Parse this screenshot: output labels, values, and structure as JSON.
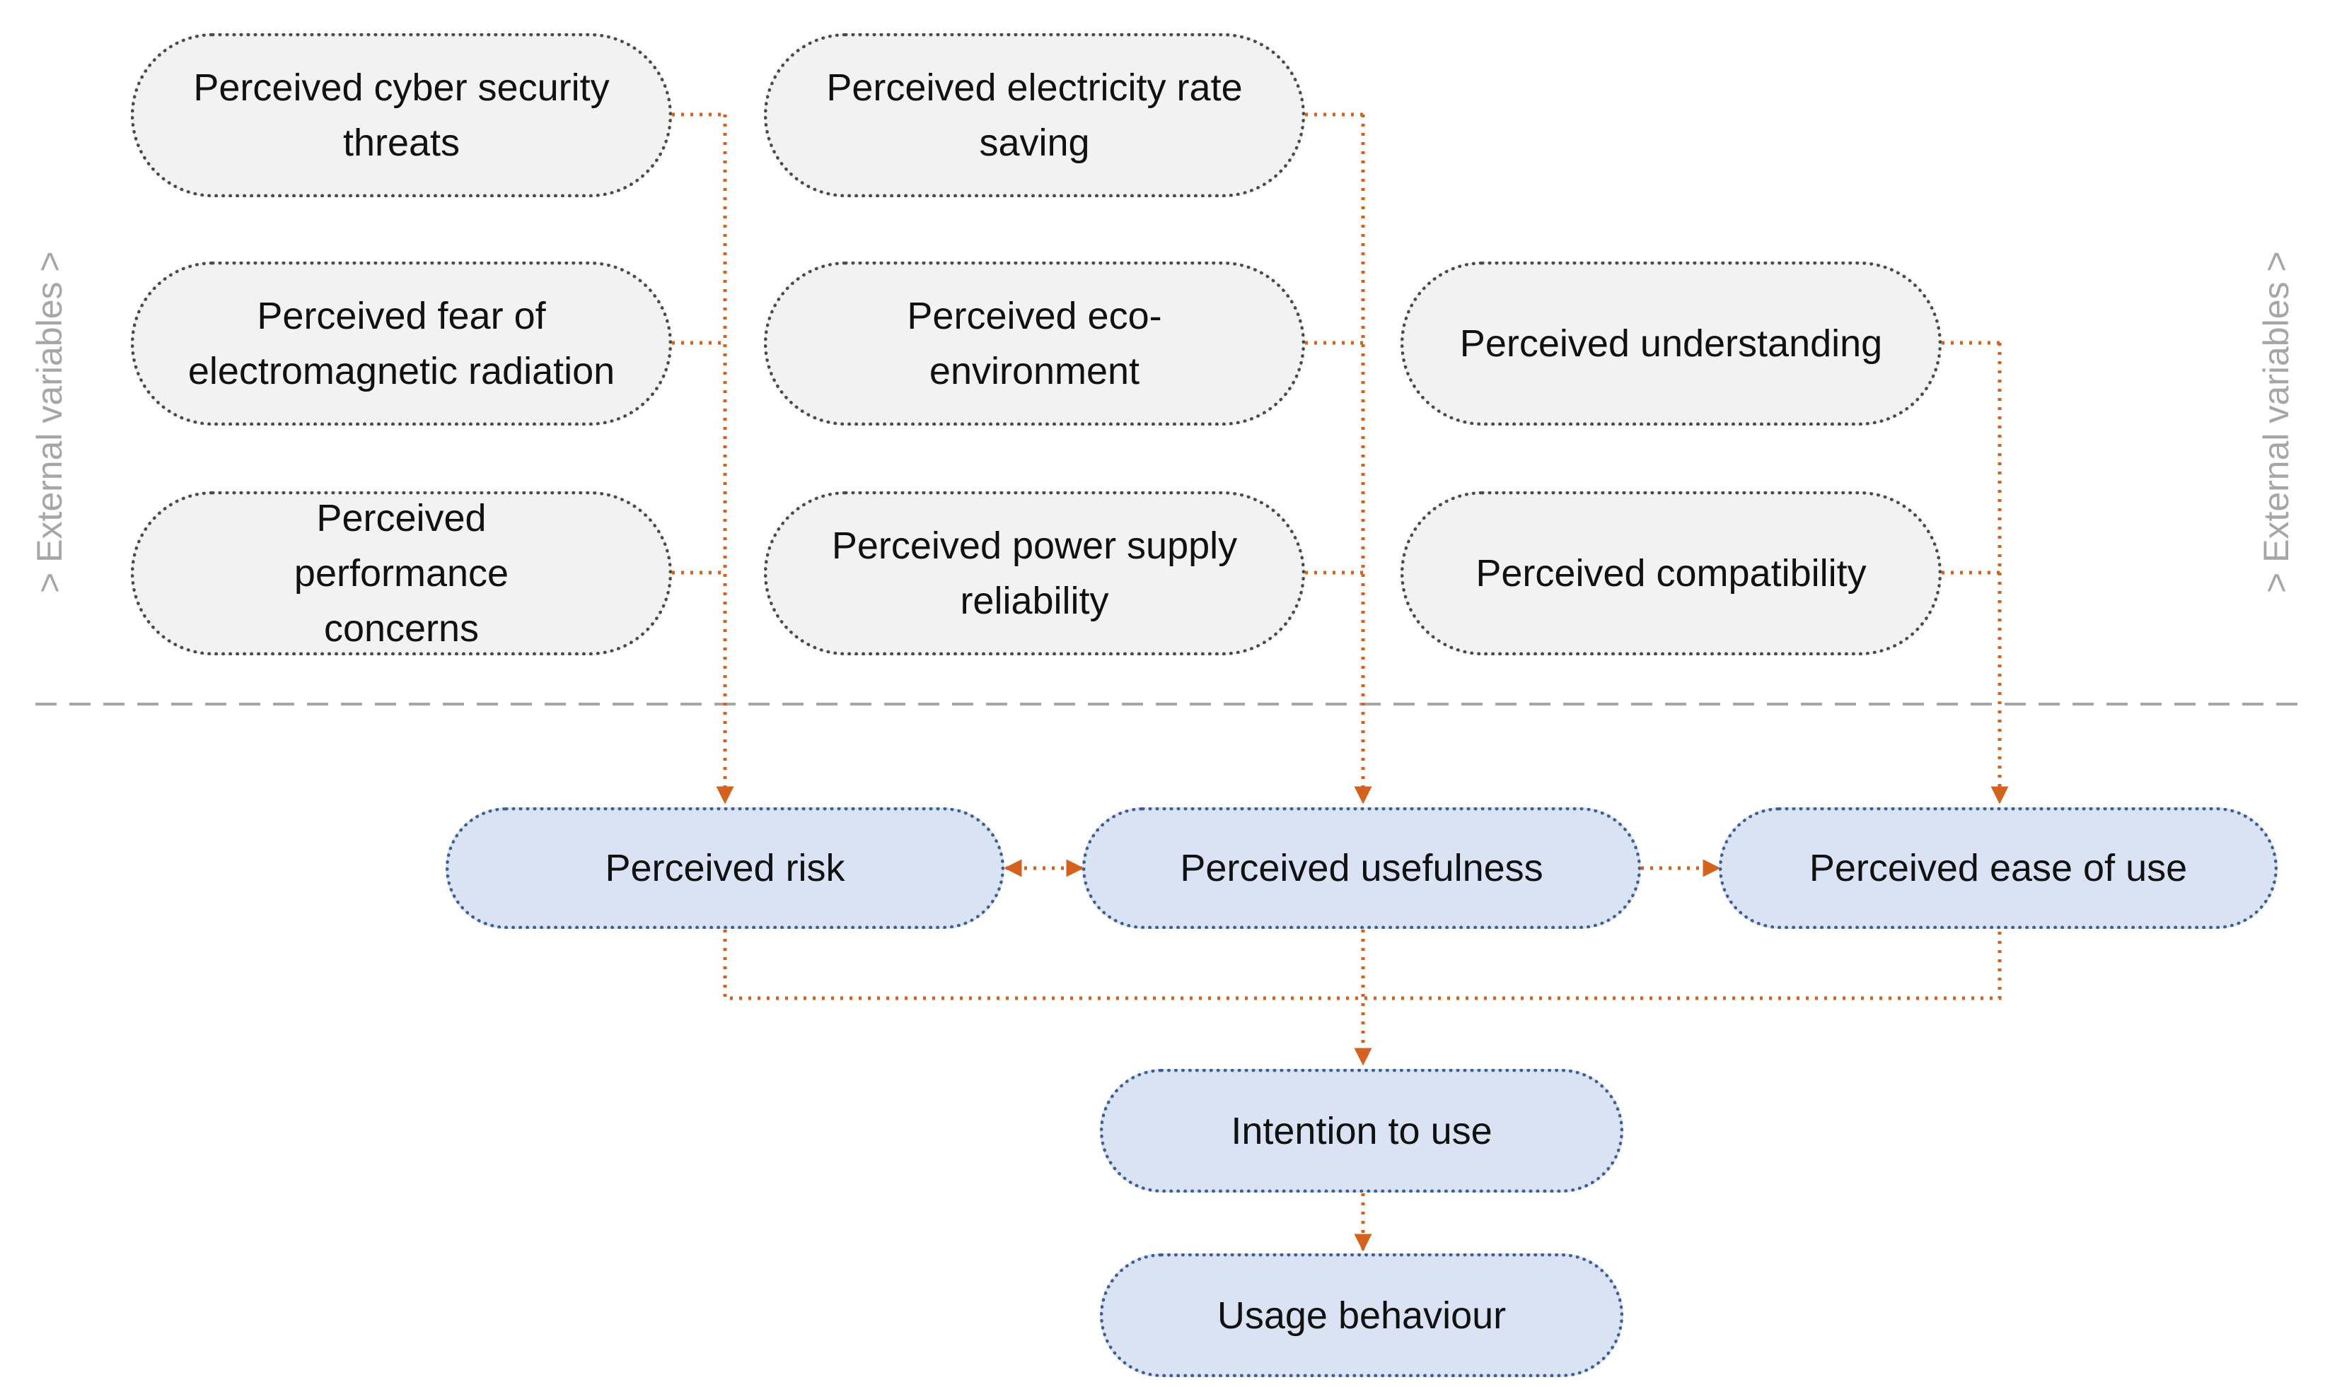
{
  "nodes": {
    "cyber_security": "Perceived cyber security threats",
    "electricity_rate": "Perceived electricity rate saving",
    "fear_radiation": "Perceived fear of electromagnetic radiation",
    "eco_environment": "Perceived eco-environment",
    "understanding": "Perceived understanding",
    "performance": "Perceived performance concerns",
    "power_supply": "Perceived power supply reliability",
    "compatibility": "Perceived compatibility",
    "risk": "Perceived risk",
    "usefulness": "Perceived usefulness",
    "ease_of_use": "Perceived ease of use",
    "intention": "Intention to use",
    "behaviour": "Usage behaviour"
  },
  "side_labels": {
    "left": "> External variables >",
    "right": "> External variables >"
  },
  "colors": {
    "connector": "#d4621e",
    "separator": "#a6a6a6",
    "external_fill": "#f2f2f2",
    "construct_fill": "#dae3f3",
    "construct_border": "#3e5f93"
  }
}
